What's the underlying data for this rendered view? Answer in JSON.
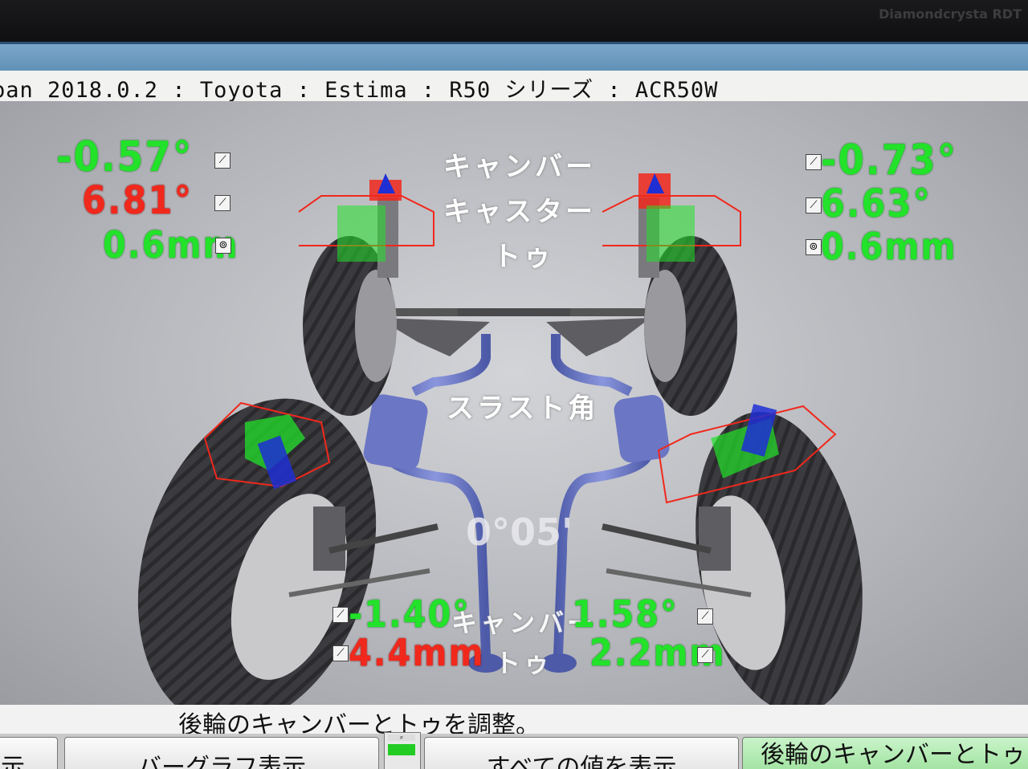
{
  "monitor": {
    "brand": "Diamondcrysta RDT"
  },
  "header": {
    "breadcrumb": "pan 2018.0.2 : Toyota : Estima : R50 シリーズ : ACR50W"
  },
  "front_left": {
    "camber": "-0.57°",
    "caster": "6.81°",
    "toe": "0.6mm"
  },
  "front_right": {
    "camber": "-0.73°",
    "caster": "6.63°",
    "toe": "0.6mm"
  },
  "labels": {
    "camber": "キャンバー",
    "caster": "キャスター",
    "toe": "トゥ",
    "thrust": "スラスト角",
    "rear_camber": "キャンバー",
    "rear_toe": "トゥ"
  },
  "thrust_angle": "0°05'",
  "rear_left": {
    "camber": "-1.40°",
    "toe": "4.4mm"
  },
  "rear_right": {
    "camber": "1.58°",
    "toe": "2.2mm"
  },
  "status": {
    "message": "後輪のキャンバーとトゥを調整。"
  },
  "buttons": {
    "left_partial": "示",
    "bar_graph": "バーグラフ表示",
    "show_all": "すべての値を表示",
    "adjust_rear": "後輪のキャンバーとトゥを調整"
  },
  "colors": {
    "ok": "#22e22a",
    "out_of_range": "#f1281c"
  }
}
